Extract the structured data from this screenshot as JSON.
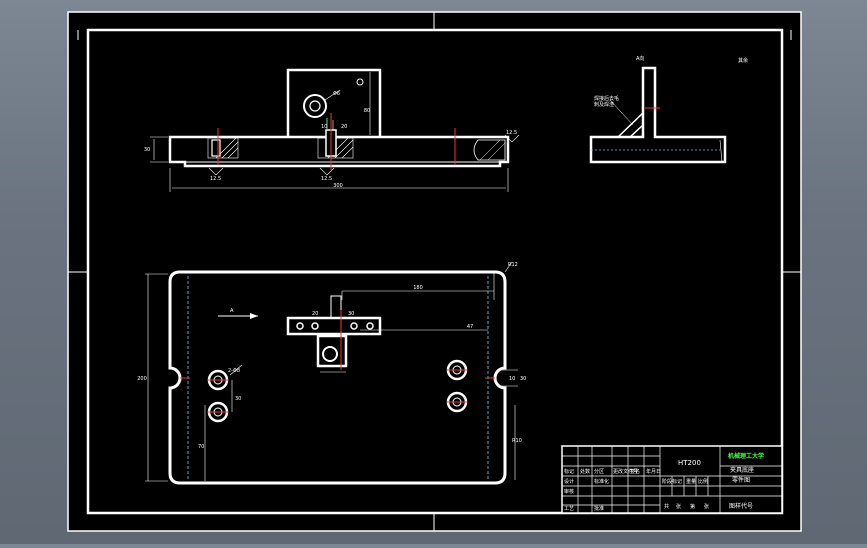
{
  "drawing": {
    "front_view": {
      "dim_width": "300",
      "dim_height": "30",
      "dim_post_height": "80",
      "dim_hole": "Φ6",
      "dim_slot": "10",
      "dim_thickness": "20",
      "roughness_left": "12.5",
      "roughness_center": "12.5",
      "roughness_right": "12.5"
    },
    "side_view": {
      "view_label": "A向",
      "note_line1": "焊接后去毛",
      "note_line2": "刺及焊渣",
      "corner_mark": "其余"
    },
    "plan_view": {
      "arrow_label": "A",
      "dim_top_offset": "180",
      "dim_right_offset": "47",
      "dim_height": "200",
      "dim_left_hole": "2-Φ8",
      "dim_left_hole_spacing": "30",
      "dim_bottom_left": "70",
      "dim_right_bottom": "R10",
      "dim_right_slot": "10",
      "dim_right_slot2": "30",
      "dim_corner": "R12",
      "dim_center_20": "20",
      "dim_center_30": "30"
    },
    "title_block": {
      "material": "HT200",
      "school": "机械理工大学",
      "part_name_line1": "夹具底座",
      "part_name_line2": "零件图",
      "drawing_number_label": "图样代号",
      "row_labels": [
        "标记",
        "处数",
        "分区",
        "更改文件号",
        "签名",
        "年月日"
      ],
      "row_labels2": [
        "设计",
        "",
        "标准化",
        "",
        "阶段标记",
        "重量",
        "比例"
      ],
      "row_labels3": [
        "审核",
        "",
        "",
        "",
        "",
        ""
      ],
      "row_labels4": [
        "工艺",
        "",
        "批准",
        "",
        "共",
        "张",
        "第",
        "张"
      ]
    }
  }
}
